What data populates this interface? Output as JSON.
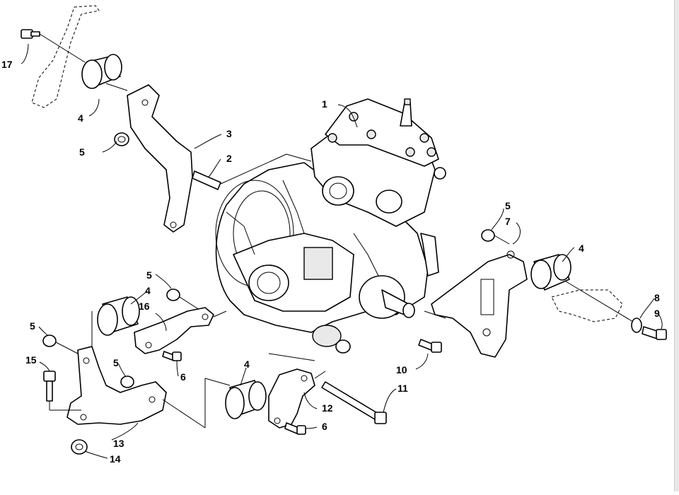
{
  "diagram": {
    "callouts": [
      {
        "id": "c1",
        "label": "1"
      },
      {
        "id": "c2",
        "label": "2"
      },
      {
        "id": "c3",
        "label": "3"
      },
      {
        "id": "c4a",
        "label": "4"
      },
      {
        "id": "c4b",
        "label": "4"
      },
      {
        "id": "c4c",
        "label": "4"
      },
      {
        "id": "c4d",
        "label": "4"
      },
      {
        "id": "c5a",
        "label": "5"
      },
      {
        "id": "c5b",
        "label": "5"
      },
      {
        "id": "c5c",
        "label": "5"
      },
      {
        "id": "c5d",
        "label": "5"
      },
      {
        "id": "c5e",
        "label": "5"
      },
      {
        "id": "c6a",
        "label": "6"
      },
      {
        "id": "c6b",
        "label": "6"
      },
      {
        "id": "c7",
        "label": "7"
      },
      {
        "id": "c8",
        "label": "8"
      },
      {
        "id": "c9",
        "label": "9"
      },
      {
        "id": "c10",
        "label": "10"
      },
      {
        "id": "c11",
        "label": "11"
      },
      {
        "id": "c12",
        "label": "12"
      },
      {
        "id": "c13",
        "label": "13"
      },
      {
        "id": "c14",
        "label": "14"
      },
      {
        "id": "c15",
        "label": "15"
      },
      {
        "id": "c16",
        "label": "16"
      },
      {
        "id": "c17",
        "label": "17"
      }
    ]
  }
}
